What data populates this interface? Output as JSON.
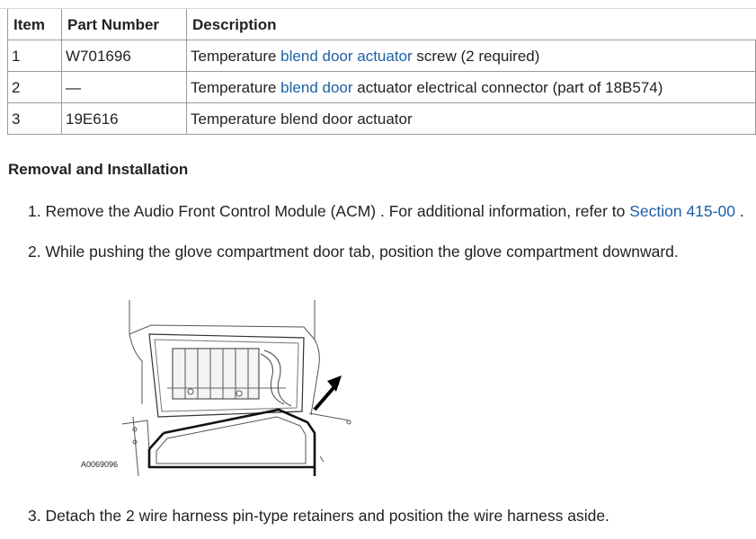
{
  "table": {
    "headers": {
      "item": "Item",
      "part_number": "Part Number",
      "description": "Description"
    },
    "rows": [
      {
        "item": "1",
        "part_number": "W701696",
        "desc_before": "Temperature ",
        "desc_link": "blend door actuator",
        "desc_after": " screw (2 required)"
      },
      {
        "item": "2",
        "part_number": "—",
        "desc_before": "Temperature ",
        "desc_link": "blend door",
        "desc_after": " actuator electrical connector (part of 18B574)"
      },
      {
        "item": "3",
        "part_number": "19E616",
        "desc_before": "Temperature blend door actuator",
        "desc_link": "",
        "desc_after": ""
      }
    ]
  },
  "section_title": "Removal and Installation",
  "steps": {
    "step1": {
      "number": "1.",
      "text_before": "Remove the Audio Front Control Module (ACM) . For additional information, refer to ",
      "link": "Section  415-00",
      "text_after": " ."
    },
    "step2": {
      "number": "2.",
      "text": "While pushing the glove compartment door tab, position the glove compartment downward."
    },
    "step3": {
      "number": "3.",
      "text": "Detach the 2 wire harness pin-type retainers and position the wire harness aside."
    }
  },
  "figure": {
    "code": "A0069096"
  },
  "colors": {
    "link": "#1f5fa8",
    "border": "#999999",
    "text": "#222222"
  }
}
